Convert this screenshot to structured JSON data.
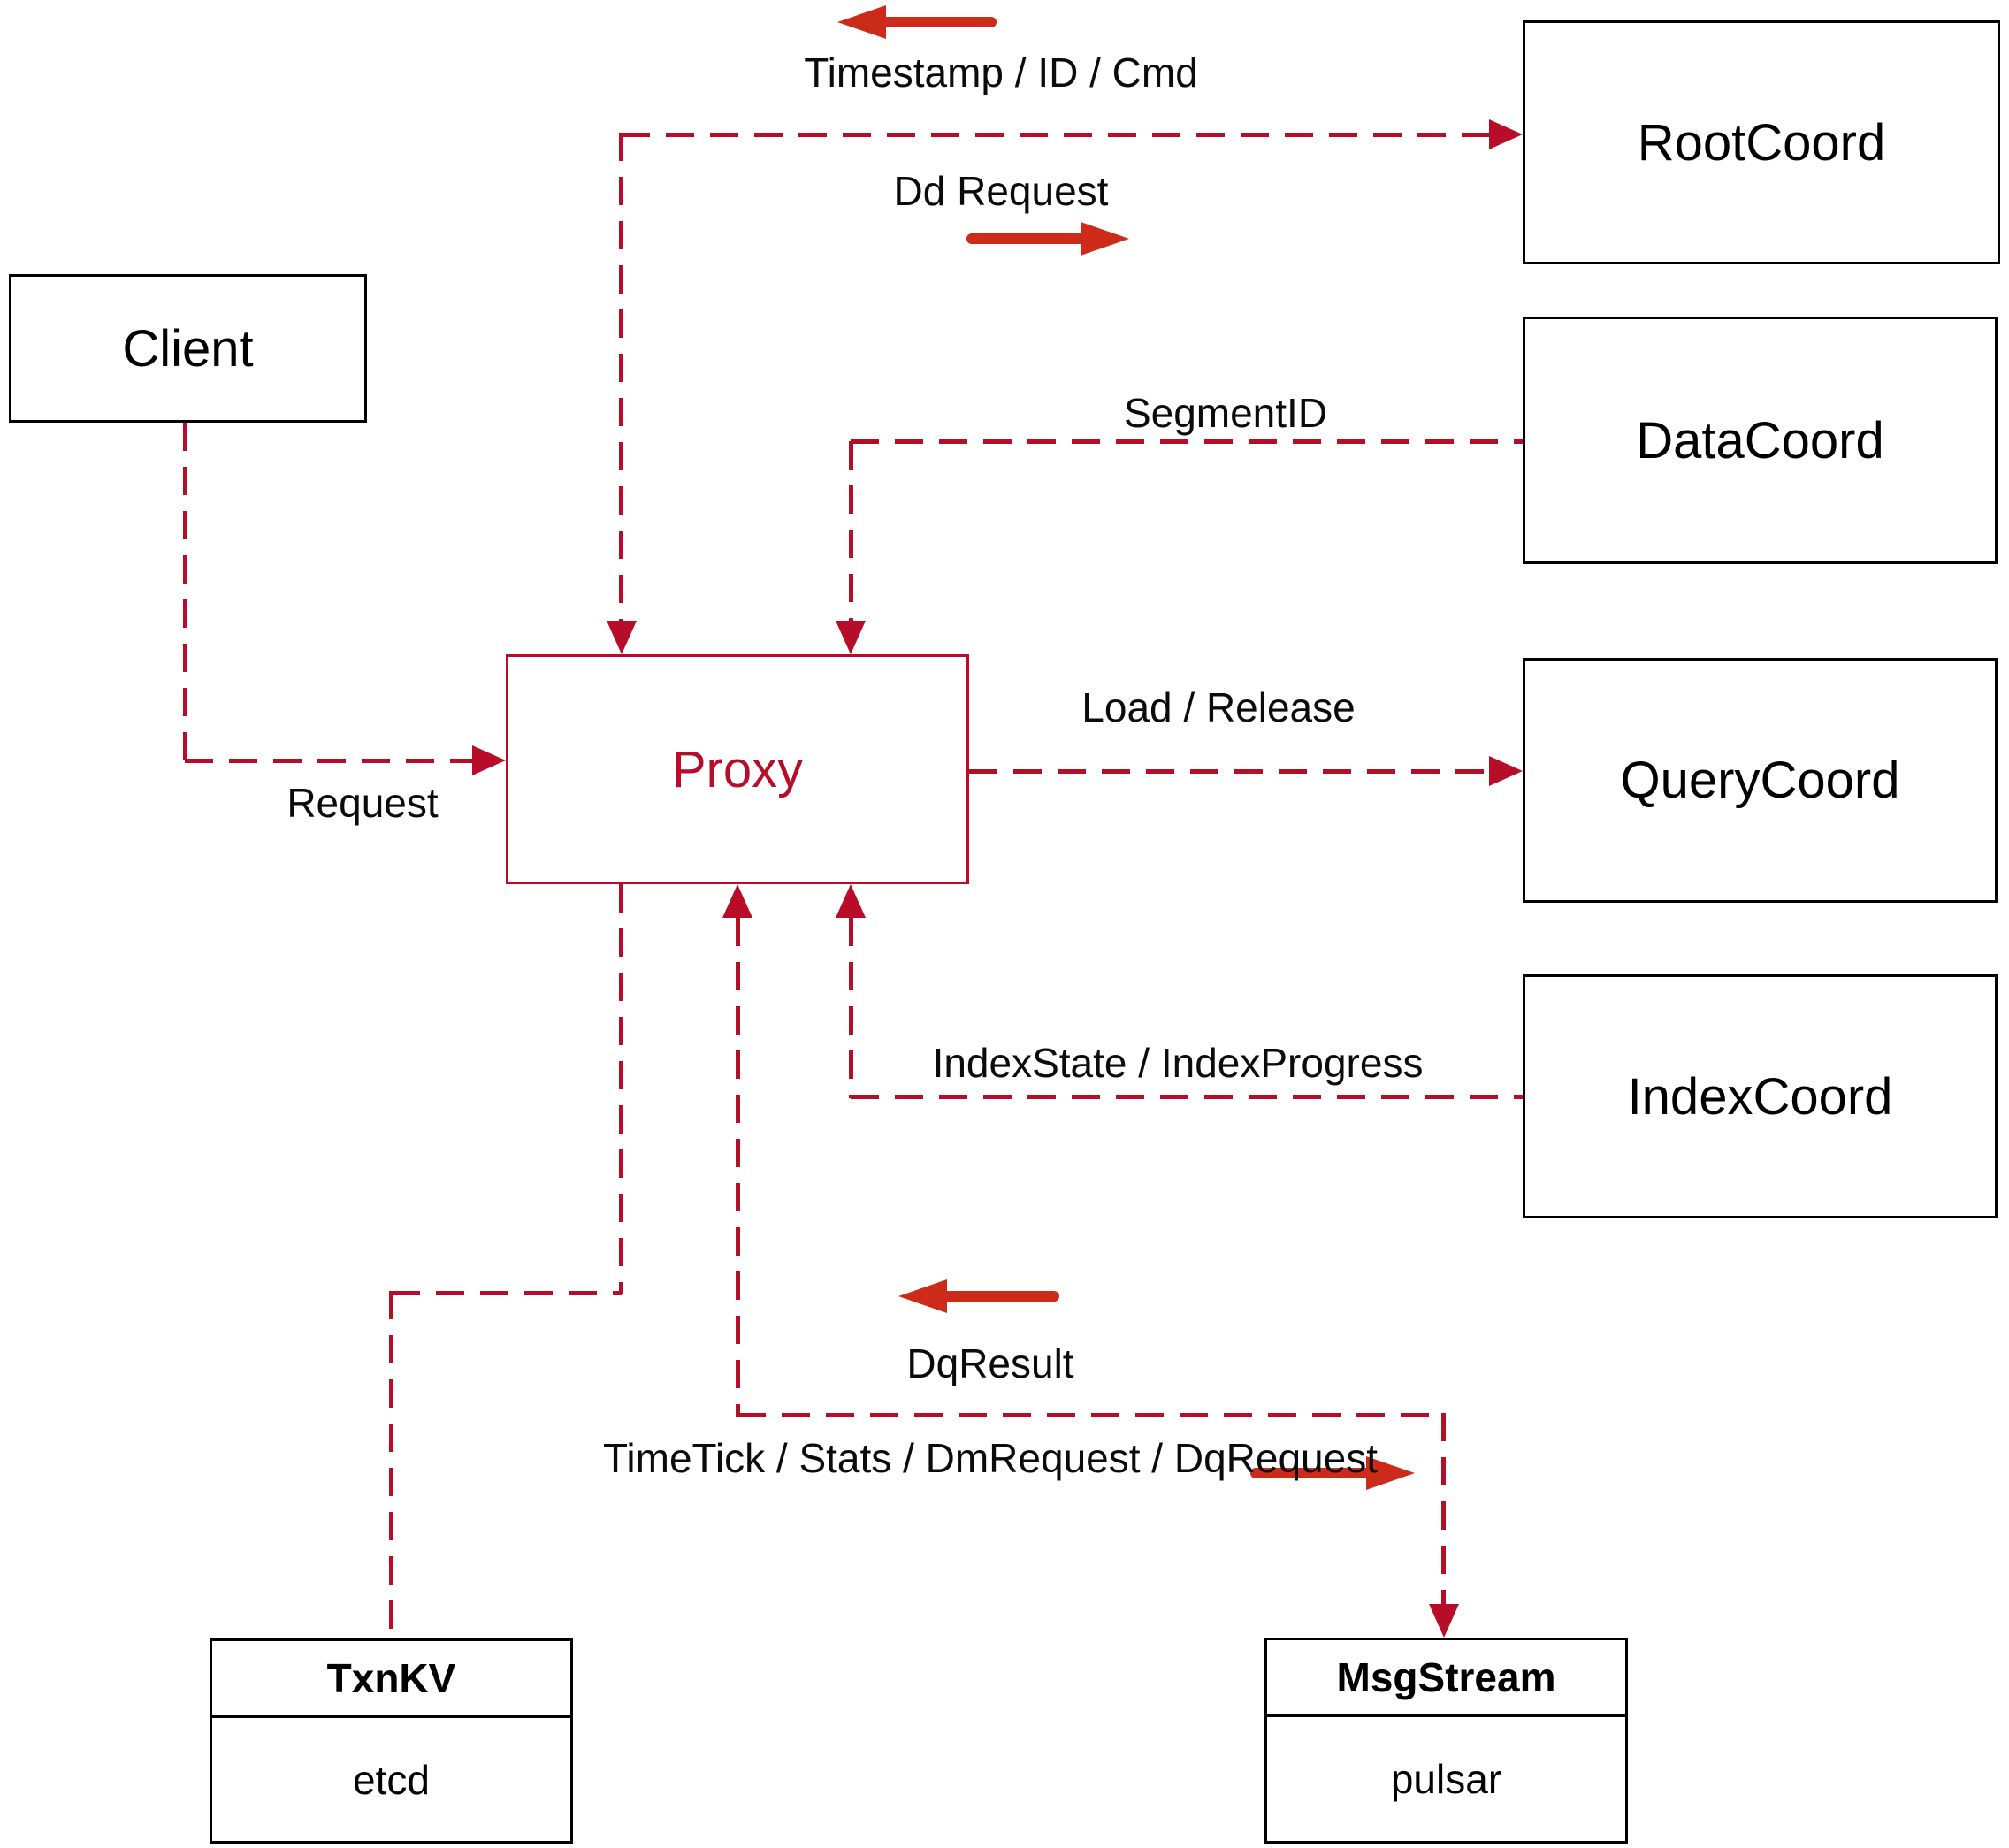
{
  "diagram": {
    "type": "architecture-diagram",
    "nodes": {
      "client": {
        "label": "Client"
      },
      "proxy": {
        "label": "Proxy"
      },
      "root_coord": {
        "label": "RootCoord"
      },
      "data_coord": {
        "label": "DataCoord"
      },
      "query_coord": {
        "label": "QueryCoord"
      },
      "index_coord": {
        "label": "IndexCoord"
      },
      "txn_kv": {
        "title": "TxnKV",
        "subtitle": "etcd"
      },
      "msg_stream": {
        "title": "MsgStream",
        "subtitle": "pulsar"
      }
    },
    "edge_labels": {
      "timestamp": "Timestamp / ID / Cmd",
      "dd_request": "Dd Request",
      "segment_id": "SegmentID",
      "load_release": "Load / Release",
      "index_state": "IndexState / IndexProgress",
      "request": "Request",
      "dq_result": "DqResult",
      "timetick": "TimeTick / Stats / DmRequest / DqRequest"
    },
    "colors": {
      "dashed_line": "#b70d28",
      "solid_arrow": "#cc2b1a",
      "box_border": "#000000",
      "proxy_accent": "#b70d28"
    }
  }
}
